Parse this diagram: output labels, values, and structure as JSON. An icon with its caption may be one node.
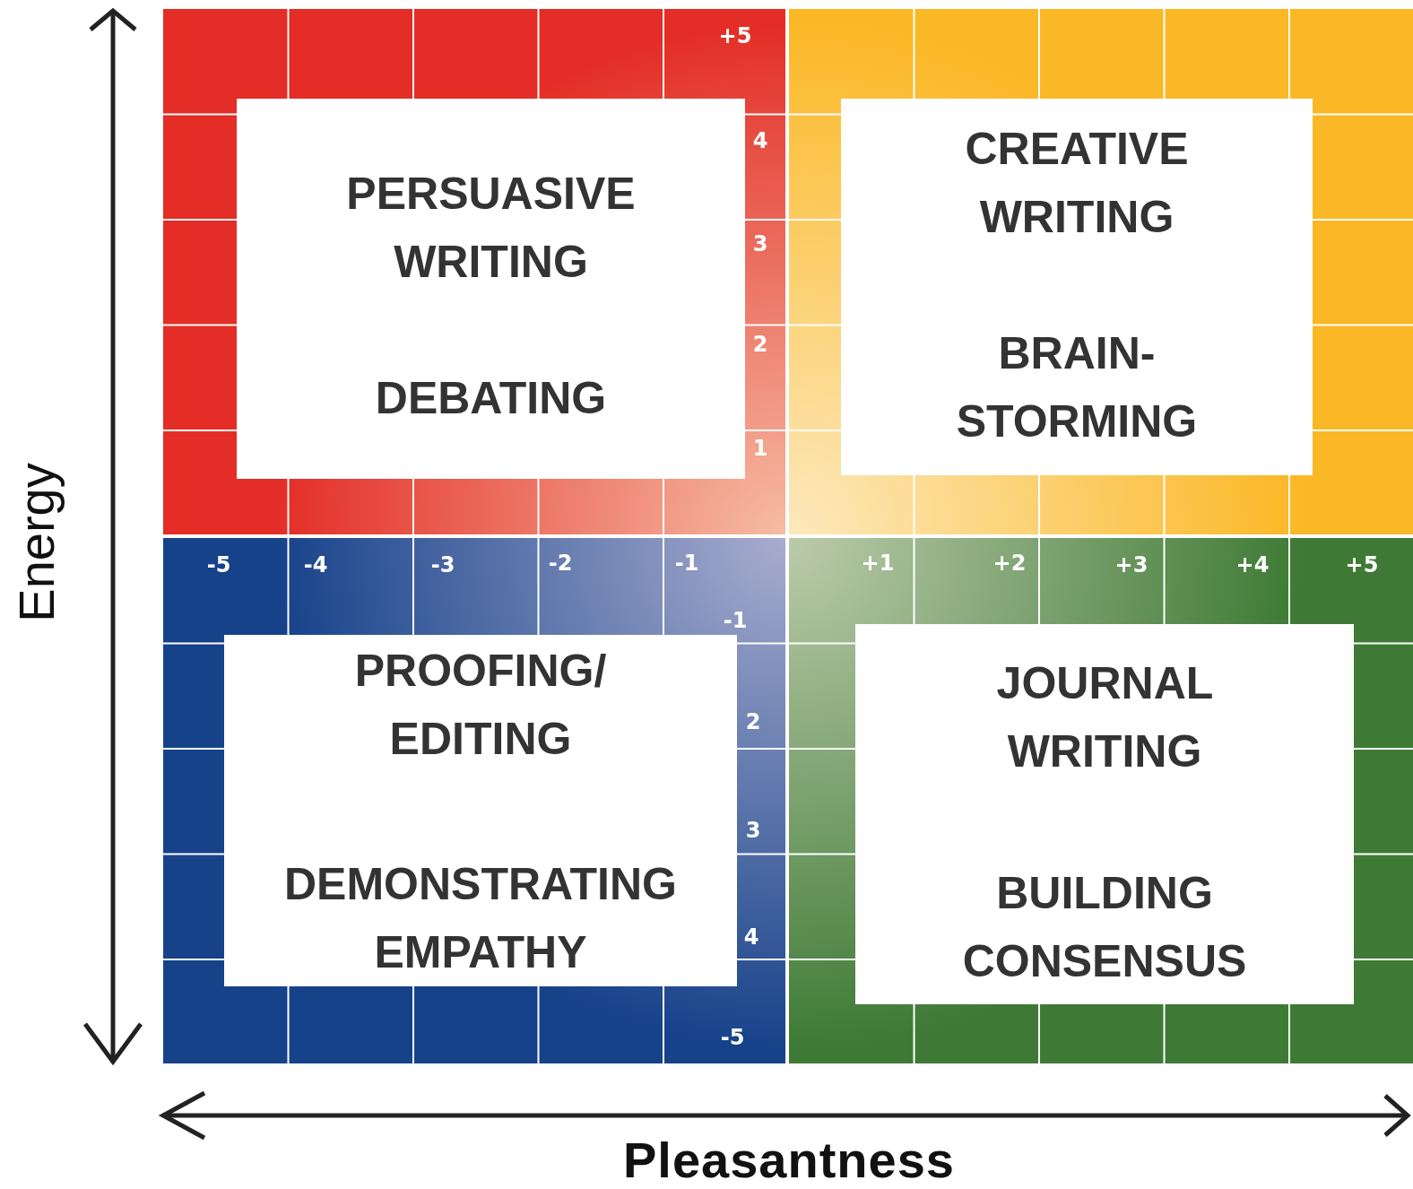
{
  "diagram": {
    "nodes": [
      {
        "text": [
          "PERSUASIVE WRITING",
          "DEBATING"
        ]
      },
      {
        "text": [
          "CREATIVE WRITING",
          "BRAIN- STORMING"
        ]
      },
      {
        "text": [
          "PROOFING/ EDITING",
          "DEMONSTRATING EMPATHY"
        ]
      },
      {
        "text": [
          "JOURNAL WRITING",
          "BUILDING CONSENSUS"
        ]
      }
    ],
    "labels": [
      "+5",
      "4",
      "3",
      "2",
      "1",
      "Energy",
      "-5",
      "-4",
      "-3",
      "-2",
      "-1",
      "+1",
      "+2",
      "+3",
      "+4",
      "+5",
      "-1",
      "2",
      "3",
      "4",
      "-5",
      "Pleasantness"
    ]
  }
}
